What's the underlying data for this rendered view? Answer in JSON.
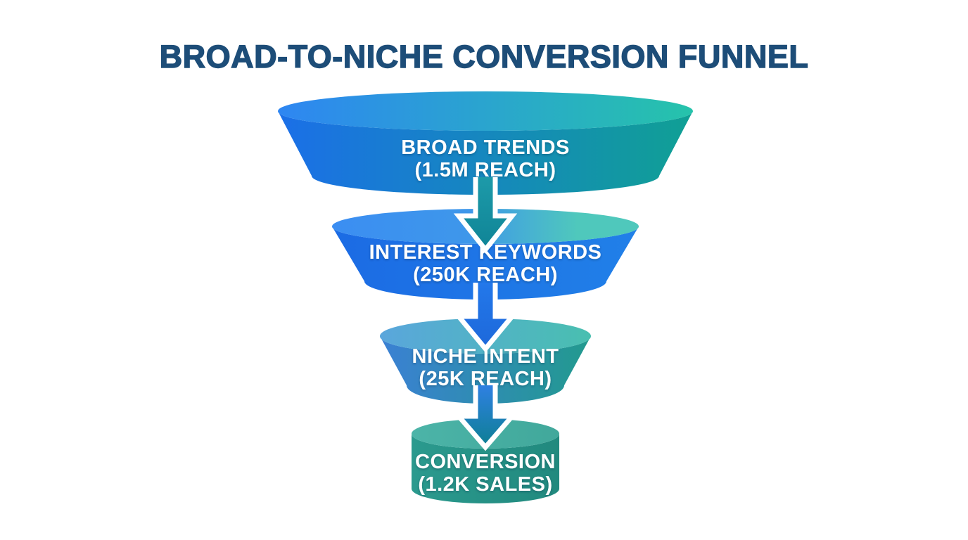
{
  "title": {
    "text": "BROAD-TO-NICHE CONVERSION FUNNEL",
    "color": "#1d4d78"
  },
  "chart_data": {
    "type": "funnel",
    "title": "BROAD-TO-NICHE CONVERSION FUNNEL",
    "direction": "top-to-bottom",
    "connector": "down-arrow",
    "text_color": "#ffffff",
    "background": "#ffffff",
    "stages": [
      {
        "label": "BROAD TRENDS",
        "value_label": "(1.5M REACH)",
        "metric": "reach",
        "value": 1500000,
        "value_display": "1.5M",
        "color_left": "#1b6fe8",
        "color_right": "#10a094"
      },
      {
        "label": "INTEREST KEYWORDS",
        "value_label": "(250K REACH)",
        "metric": "reach",
        "value": 250000,
        "value_display": "250K",
        "color_left": "#1b6be4",
        "color_right": "#2180e8"
      },
      {
        "label": "NICHE INTENT",
        "value_label": "(25K REACH)",
        "metric": "reach",
        "value": 25000,
        "value_display": "25K",
        "color_left": "#3b80d4",
        "color_right": "#229a8e"
      },
      {
        "label": "CONVERSION",
        "value_label": "(1.2K SALES)",
        "metric": "sales",
        "value": 1200,
        "value_display": "1.2K",
        "color_left": "#2b9a8e",
        "color_right": "#21897e"
      }
    ],
    "arrow_colors": [
      "#14919f",
      "#1f72e4",
      "#0d8093"
    ]
  }
}
